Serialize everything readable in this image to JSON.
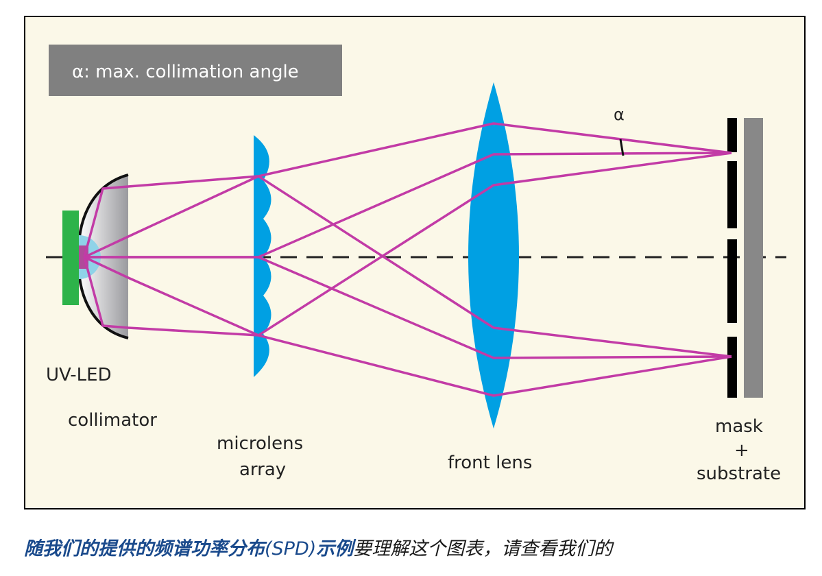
{
  "legend": {
    "text": "α: max. collimation angle"
  },
  "labels": {
    "uv_led": "UV-LED",
    "collimator": "collimator",
    "microlens_line1": "microlens",
    "microlens_line2": "array",
    "front_lens": "front lens",
    "mask_line1": "mask",
    "mask_line2": "+",
    "mask_line3": "substrate",
    "alpha": "α"
  },
  "caption": {
    "bold_part": "随我们的提供的频谱功率分布",
    "link_part": "(SPD)",
    "bold_part2": "示例",
    "rest": "要理解这个图表，请查看我们的"
  },
  "colors": {
    "background": "#FBF8E8",
    "ray": "#C23BA6",
    "lens": "#00A0E3",
    "led_board": "#2DB34A",
    "led_chip": "#B04A9A",
    "led_dome": "#8FD3E8",
    "legend_box": "#808080",
    "substrate": "#888888",
    "mask": "#000000"
  }
}
